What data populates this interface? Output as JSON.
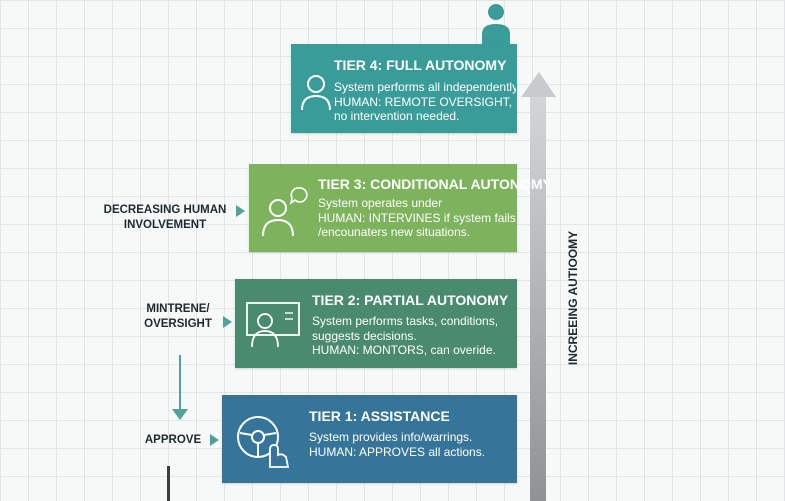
{
  "colors": {
    "tier4": "#3a9c99",
    "tier3": "#7db35c",
    "tier2": "#4a8a6e",
    "tier1": "#36749a",
    "arrow_gray": "#a8abad",
    "down_arrow": "#4fa39a"
  },
  "tiers": [
    {
      "title": "TIER 4: FULL AUTONOMY",
      "lines": [
        "System performs all independently.",
        "HUMAN: REMOTE OVERSIGHT,",
        "no intervention needed."
      ],
      "icon": "person-icon"
    },
    {
      "title": "TIER 3: CONDITIONAL AUTONOMY",
      "lines": [
        "System operates under",
        "HUMAN: INTERVINES if system fails/",
        "/encounaters new situations."
      ],
      "icon": "person-speech-icon"
    },
    {
      "title": "TIER 2: PARTIAL AUTONOMY",
      "lines": [
        "System performs tasks, conditions,",
        "suggests decisions.",
        "HUMAN: MONTORS, can overide."
      ],
      "icon": "person-monitor-icon"
    },
    {
      "title": "TIER 1: ASSISTANCE",
      "lines": [
        "System provides info/warrings.",
        "HUMAN: APPROVES all actions."
      ],
      "icon": "steering-wheel-hand-icon"
    }
  ],
  "side_labels": {
    "decreasing": [
      "DECREASING HUMAN",
      "INVOLVEMENT"
    ],
    "monitor": [
      "MINTRENE/",
      "OVERSIGHT"
    ],
    "approve": "APPROVE"
  },
  "vertical_label": "INCREEING AUTIOOMY"
}
